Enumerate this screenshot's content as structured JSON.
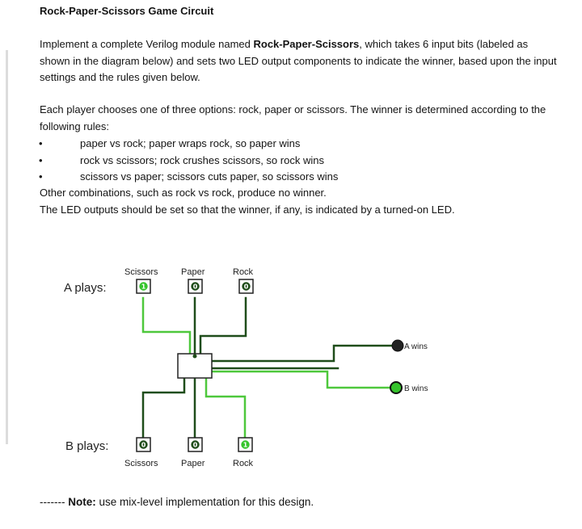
{
  "title": "Rock-Paper-Scissors Game Circuit",
  "intro": {
    "part1": "Implement a complete Verilog module named ",
    "module_name": "Rock-Paper-Scissors",
    "part2": ", which takes 6 input bits (labeled as shown in the diagram below) and sets two LED output components to indicate the winner, based upon the input settings and the rules given below."
  },
  "rules_intro": "Each player chooses one of three options: rock, paper or scissors. The winner is determined according to the following rules:",
  "bullet_symbol": "•",
  "rules": [
    "paper vs rock; paper wraps rock, so paper wins",
    "rock vs scissors; rock crushes scissors, so rock wins",
    "scissors vs paper; scissors cuts paper, so scissors wins"
  ],
  "other_combinations": "Other combinations, such as rock vs rock, produce no winner.",
  "led_rule": "The LED outputs should be set so that the winner, if any, is indicated by a turned-on LED.",
  "diagram": {
    "a_label": "A plays:",
    "b_label": "B plays:",
    "a_inputs": [
      {
        "label": "Scissors",
        "value": "1"
      },
      {
        "label": "Paper",
        "value": "0"
      },
      {
        "label": "Rock",
        "value": "0"
      }
    ],
    "b_inputs": [
      {
        "label": "Scissors",
        "value": "0"
      },
      {
        "label": "Paper",
        "value": "0"
      },
      {
        "label": "Rock",
        "value": "1"
      }
    ],
    "outputs": [
      {
        "label": "A wins",
        "state": "off"
      },
      {
        "label": "B wins",
        "state": "on"
      }
    ],
    "colors": {
      "wire_on": "#4ec83c",
      "wire_off": "#1f4d1a",
      "led_on": "#35c42c",
      "led_off": "#222222"
    }
  },
  "note": {
    "dashes": "-------",
    "label": "Note:",
    "text": " use mix-level implementation for this design."
  }
}
